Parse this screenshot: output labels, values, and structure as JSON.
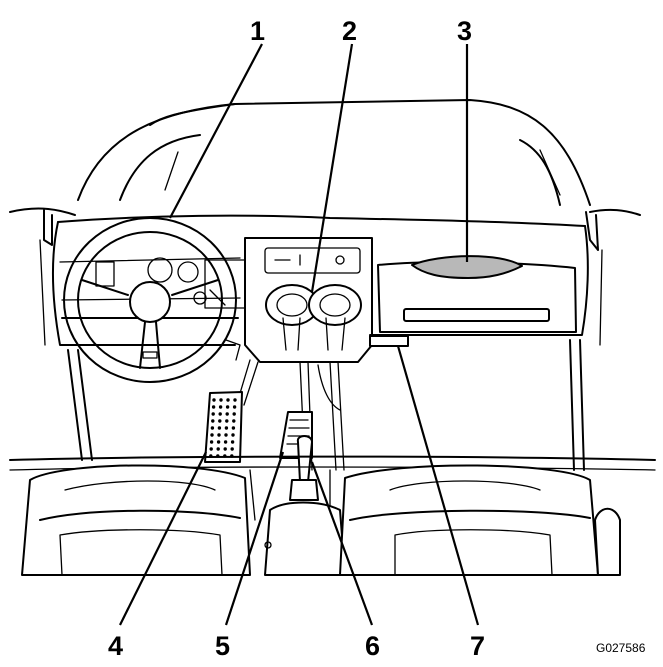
{
  "figure_id": "G027586",
  "callouts": [
    {
      "label": "1",
      "part": "steering-wheel"
    },
    {
      "label": "2",
      "part": "cup-holders"
    },
    {
      "label": "3",
      "part": "hand-grip"
    },
    {
      "label": "4",
      "part": "brake-pedal"
    },
    {
      "label": "5",
      "part": "accelerator-pedal"
    },
    {
      "label": "6",
      "part": "parking-brake-lever"
    },
    {
      "label": "7",
      "part": "glove-box"
    }
  ]
}
